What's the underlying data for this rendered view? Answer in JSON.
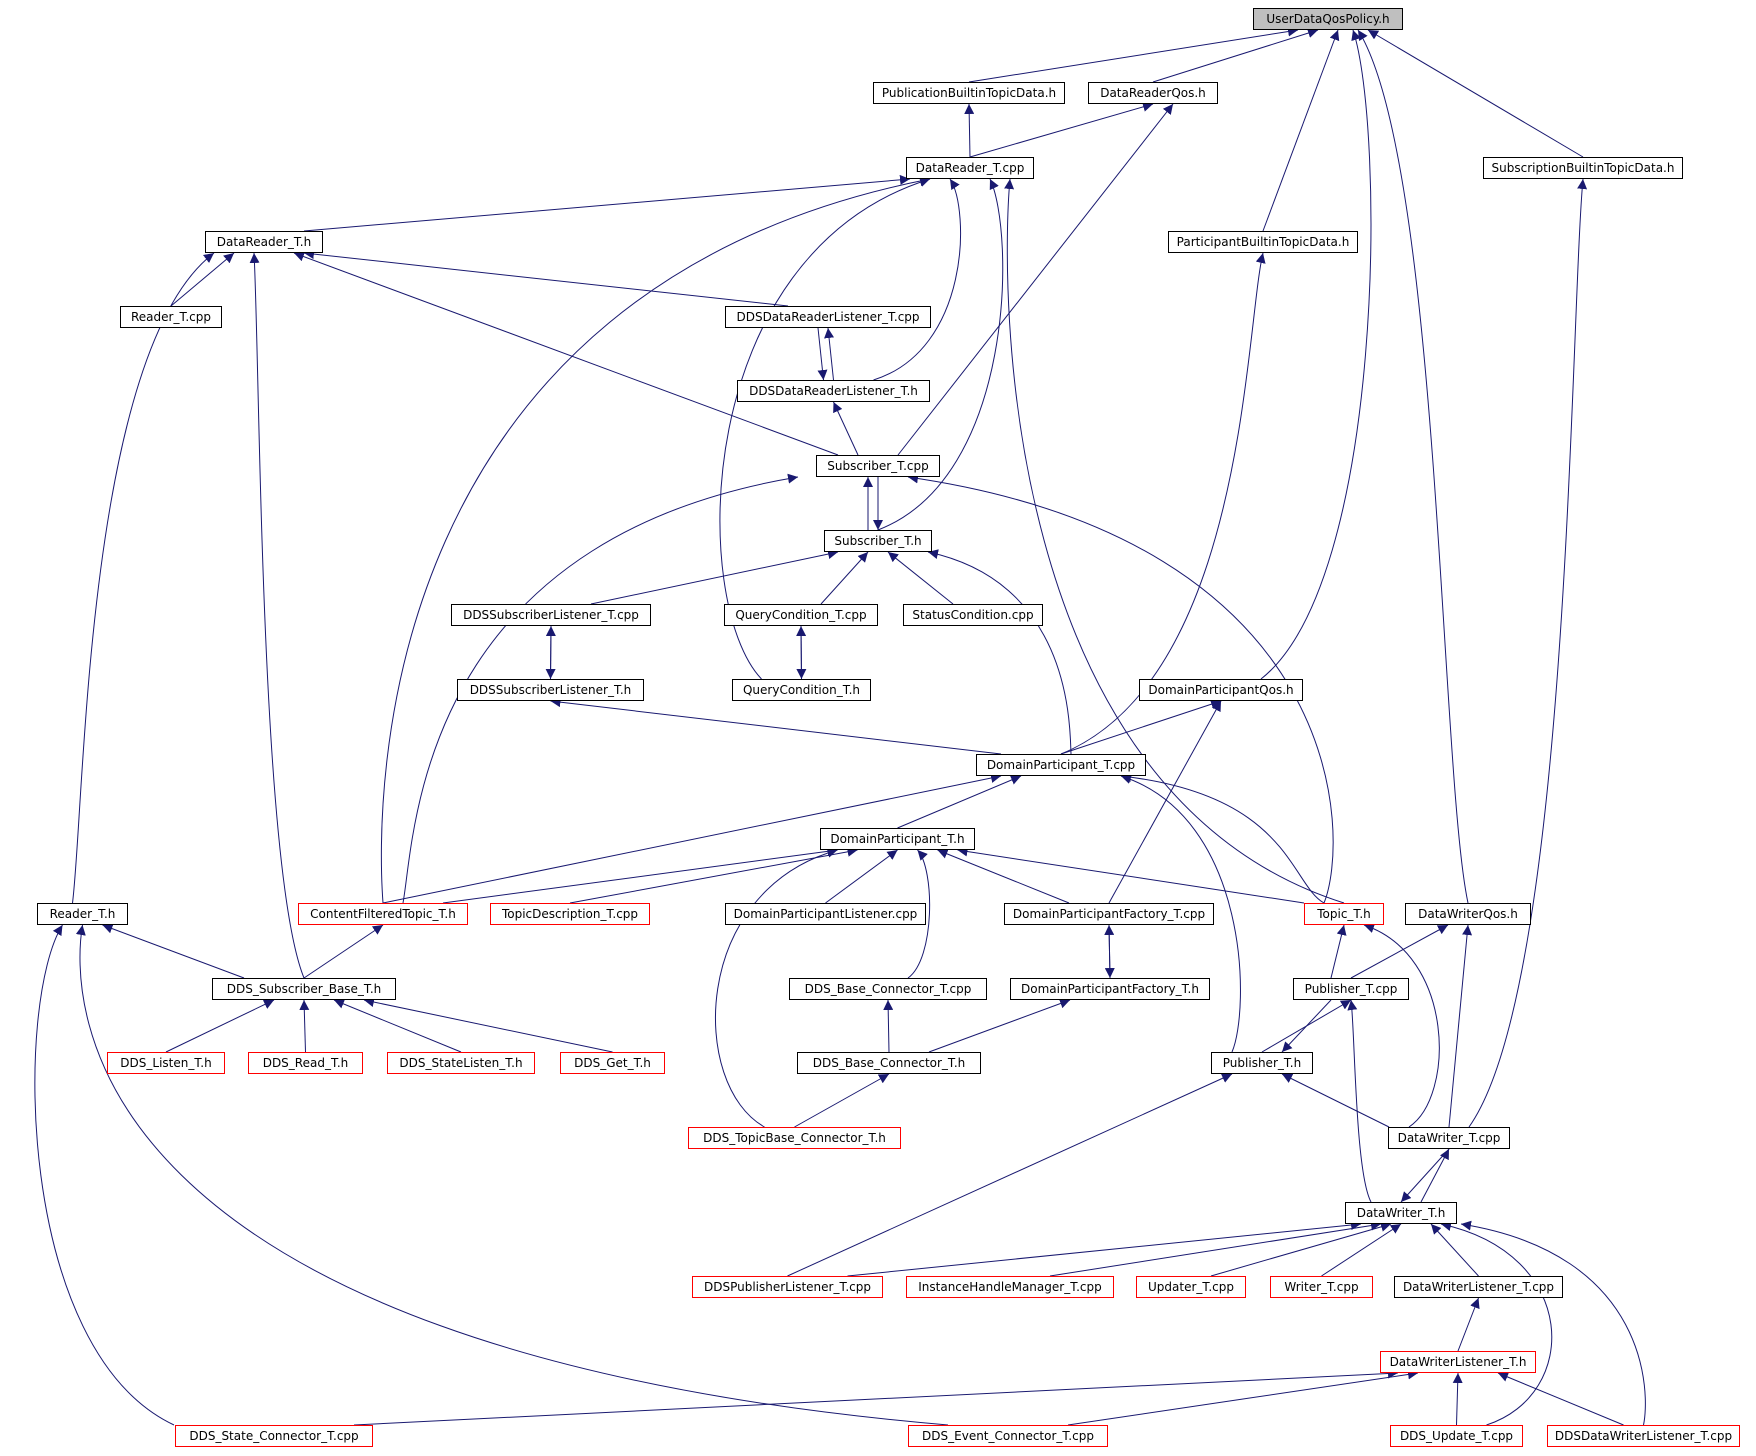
{
  "colors": {
    "edge": "#191970",
    "arrow": "#191970",
    "link_border": "#000000",
    "undoc_border": "#ff0000",
    "root_fill": "#bfbfbf"
  },
  "nodes": {
    "userdata": "UserDataQosPolicy.h",
    "pubbuiltin": "PublicationBuiltinTopicData.h",
    "drqos": "DataReaderQos.h",
    "drcpp": "DataReader_T.cpp",
    "subbuiltin": "SubscriptionBuiltinTopicData.h",
    "drh": "DataReader_T.h",
    "partbuiltin": "ParticipantBuiltinTopicData.h",
    "readercpp": "Reader_T.cpp",
    "ddsdrlcpp": "DDSDataReaderListener_T.cpp",
    "ddsdrlh": "DDSDataReaderListener_T.h",
    "subcpp": "Subscriber_T.cpp",
    "subh": "Subscriber_T.h",
    "ddsslcpp": "DDSSubscriberListener_T.cpp",
    "qccpp": "QueryCondition_T.cpp",
    "statuscond": "StatusCondition.cpp",
    "ddsslh": "DDSSubscriberListener_T.h",
    "qch": "QueryCondition_T.h",
    "dpqos": "DomainParticipantQos.h",
    "dpcpp": "DomainParticipant_T.cpp",
    "dph": "DomainParticipant_T.h",
    "readerh": "Reader_T.h",
    "cft": "ContentFilteredTopic_T.h",
    "topicdesc": "TopicDescription_T.cpp",
    "dplistener": "DomainParticipantListener.cpp",
    "dpfcpp": "DomainParticipantFactory_T.cpp",
    "topich": "Topic_T.h",
    "dwqos": "DataWriterQos.h",
    "ddssubbase": "DDS_Subscriber_Base_T.h",
    "basecpp": "DDS_Base_Connector_T.cpp",
    "dpfh": "DomainParticipantFactory_T.h",
    "pubcpp": "Publisher_T.cpp",
    "listen": "DDS_Listen_T.h",
    "read": "DDS_Read_T.h",
    "statelisten": "DDS_StateListen_T.h",
    "get": "DDS_Get_T.h",
    "baseh": "DDS_Base_Connector_T.h",
    "pubh": "Publisher_T.h",
    "topicbase": "DDS_TopicBase_Connector_T.h",
    "dwcpp": "DataWriter_T.cpp",
    "dwh": "DataWriter_T.h",
    "ddspl": "DDSPublisherListener_T.cpp",
    "ihm": "InstanceHandleManager_T.cpp",
    "updater": "Updater_T.cpp",
    "writer": "Writer_T.cpp",
    "dwlcpp": "DataWriterListener_T.cpp",
    "dwlh": "DataWriterListener_T.h",
    "stateconn": "DDS_State_Connector_T.cpp",
    "eventconn": "DDS_Event_Connector_T.cpp",
    "update": "DDS_Update_T.cpp",
    "ddsdwl": "DDSDataWriterListener_T.cpp"
  }
}
